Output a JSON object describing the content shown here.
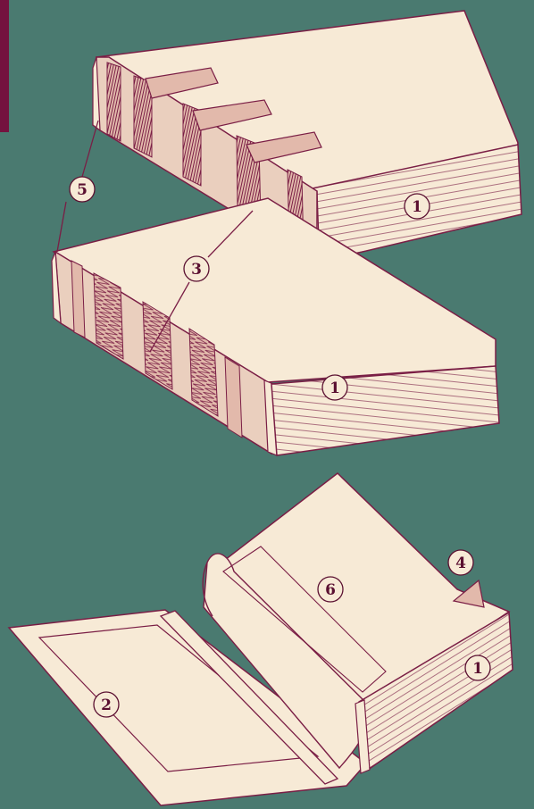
{
  "colors": {
    "background": "#4a7a70",
    "accent": "#74123f",
    "paper": "#f7ead6",
    "paper_shade": "#eacfbe",
    "spine_band": "#e2b9ab",
    "line": "#7a1e45",
    "label_bg": "#f7ead6"
  },
  "callouts": [
    {
      "id": "1",
      "text": "1"
    },
    {
      "id": "2",
      "text": "2"
    },
    {
      "id": "3",
      "text": "3"
    },
    {
      "id": "4",
      "text": "4"
    },
    {
      "id": "5",
      "text": "5"
    },
    {
      "id": "6",
      "text": "6"
    }
  ]
}
